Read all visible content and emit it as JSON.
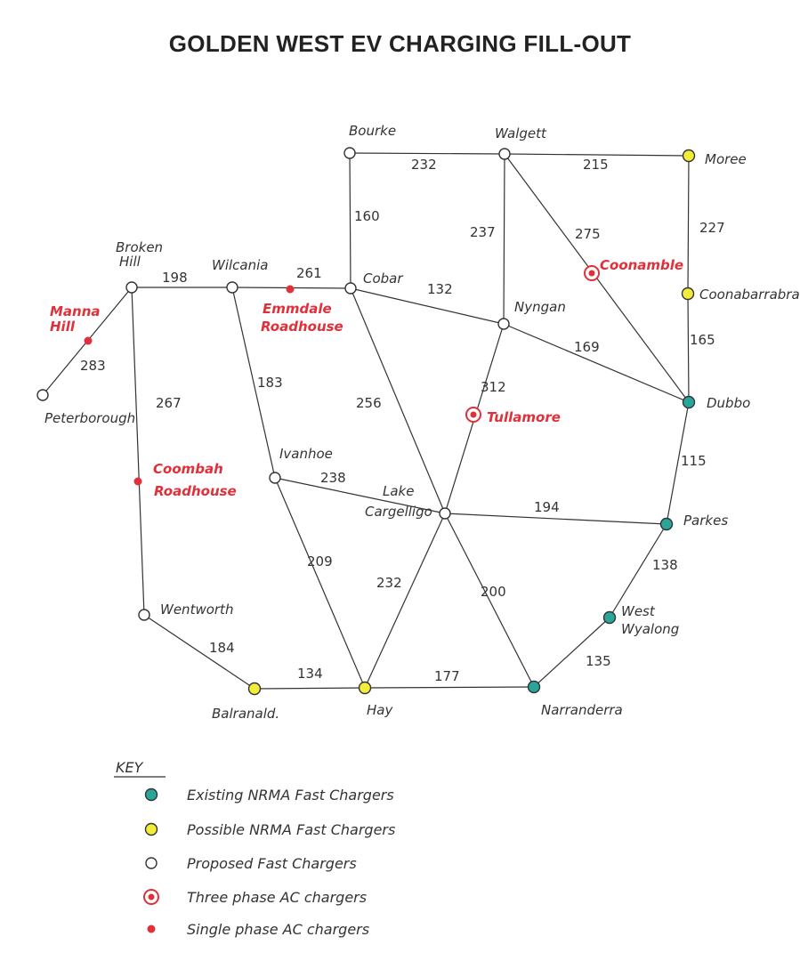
{
  "title": "GOLDEN WEST EV CHARGING FILL-OUT",
  "colors": {
    "existing": "#2aa59a",
    "possible": "#f2ec3a",
    "proposed": "#ffffff",
    "ac": "#e0303a",
    "line": "#333333"
  },
  "nodes": [
    {
      "id": "bourke",
      "label": "Bourke",
      "type": "proposed"
    },
    {
      "id": "walgett",
      "label": "Walgett",
      "type": "proposed"
    },
    {
      "id": "moree",
      "label": "Moree",
      "type": "possible"
    },
    {
      "id": "coonabarabran",
      "label": "Coonabarrabran",
      "type": "possible"
    },
    {
      "id": "dubbo",
      "label": "Dubbo",
      "type": "existing"
    },
    {
      "id": "parkes",
      "label": "Parkes",
      "type": "existing"
    },
    {
      "id": "westwyalong",
      "label": "West Wyalong",
      "type": "existing"
    },
    {
      "id": "narrandera",
      "label": "Narranderra",
      "type": "existing"
    },
    {
      "id": "hay",
      "label": "Hay",
      "type": "possible"
    },
    {
      "id": "balranald",
      "label": "Balranald.",
      "type": "possible"
    },
    {
      "id": "wentworth",
      "label": "Wentworth",
      "type": "proposed"
    },
    {
      "id": "brokenhill",
      "label": "Broken Hill",
      "type": "proposed"
    },
    {
      "id": "wilcania",
      "label": "Wilcania",
      "type": "proposed"
    },
    {
      "id": "cobar",
      "label": "Cobar",
      "type": "proposed"
    },
    {
      "id": "nyngan",
      "label": "Nyngan",
      "type": "proposed"
    },
    {
      "id": "ivanhoe",
      "label": "Ivanhoe",
      "type": "proposed"
    },
    {
      "id": "lakecargelligo",
      "label": "Lake Cargelligo",
      "type": "proposed"
    },
    {
      "id": "peterborough",
      "label": "Peterborough",
      "type": "proposed"
    },
    {
      "id": "mannahill",
      "label": "Manna Hill",
      "type": "single"
    },
    {
      "id": "emmdale",
      "label": "Emmdale Roadhouse",
      "type": "single"
    },
    {
      "id": "coombah",
      "label": "Coombah Roadhouse",
      "type": "single"
    },
    {
      "id": "coonamble",
      "label": "Coonamble",
      "type": "three"
    },
    {
      "id": "tullamore",
      "label": "Tullamore",
      "type": "three"
    }
  ],
  "edges": [
    {
      "from": "bourke",
      "to": "walgett",
      "km": "232"
    },
    {
      "from": "walgett",
      "to": "moree",
      "km": "215"
    },
    {
      "from": "bourke",
      "to": "cobar",
      "km": "160"
    },
    {
      "from": "walgett",
      "to": "nyngan",
      "km": "237"
    },
    {
      "from": "walgett",
      "to": "dubbo",
      "km": "275"
    },
    {
      "from": "moree",
      "to": "coonabarabran",
      "km": "227"
    },
    {
      "from": "coonabarabran",
      "to": "dubbo",
      "km": "165"
    },
    {
      "from": "brokenhill",
      "to": "wilcania",
      "km": "198"
    },
    {
      "from": "wilcania",
      "to": "cobar",
      "km": "261"
    },
    {
      "from": "cobar",
      "to": "nyngan",
      "km": "132"
    },
    {
      "from": "nyngan",
      "to": "dubbo",
      "km": "169"
    },
    {
      "from": "brokenhill",
      "to": "peterborough",
      "km": "283"
    },
    {
      "from": "brokenhill",
      "to": "wentworth",
      "km": "267"
    },
    {
      "from": "wilcania",
      "to": "ivanhoe",
      "km": "183"
    },
    {
      "from": "cobar",
      "to": "lakecargelligo",
      "km": "256"
    },
    {
      "from": "nyngan",
      "to": "lakecargelligo",
      "km": "312"
    },
    {
      "from": "ivanhoe",
      "to": "lakecargelligo",
      "km": "238"
    },
    {
      "from": "lakecargelligo",
      "to": "parkes",
      "km": "194"
    },
    {
      "from": "dubbo",
      "to": "parkes",
      "km": "115"
    },
    {
      "from": "ivanhoe",
      "to": "hay",
      "km": "209"
    },
    {
      "from": "lakecargelligo",
      "to": "hay",
      "km": "232"
    },
    {
      "from": "lakecargelligo",
      "to": "narrandera",
      "km": "200"
    },
    {
      "from": "parkes",
      "to": "westwyalong",
      "km": "138"
    },
    {
      "from": "westwyalong",
      "to": "narrandera",
      "km": "135"
    },
    {
      "from": "wentworth",
      "to": "balranald",
      "km": "184"
    },
    {
      "from": "balranald",
      "to": "hay",
      "km": "134"
    },
    {
      "from": "hay",
      "to": "narrandera",
      "km": "177"
    }
  ],
  "key": {
    "title": "KEY",
    "items": [
      {
        "type": "existing",
        "label": "Existing NRMA Fast Chargers"
      },
      {
        "type": "possible",
        "label": "Possible NRMA Fast Chargers"
      },
      {
        "type": "proposed",
        "label": "Proposed Fast Chargers"
      },
      {
        "type": "three",
        "label": "Three phase AC chargers"
      },
      {
        "type": "single",
        "label": "Single phase AC chargers"
      }
    ]
  }
}
